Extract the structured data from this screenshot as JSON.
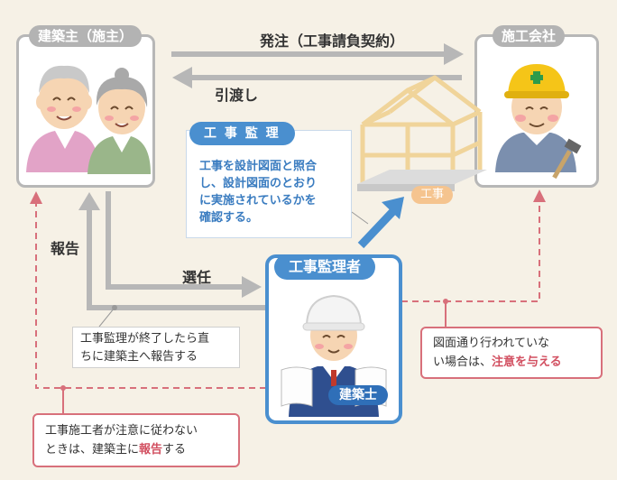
{
  "owner": {
    "title": "建築主（施主）"
  },
  "contractor": {
    "title": "施工会社"
  },
  "order_label": "発注（工事請負契約）",
  "handover_label": "引渡し",
  "kanri": {
    "title": "工 事 監 理",
    "desc_lines": [
      "工事を設計図面と照合",
      "し、設計図面のとおり",
      "に実施されているかを",
      "確認する。"
    ]
  },
  "construction_tag": "工事",
  "supervisor": {
    "title": "工事監理者",
    "badge": "建築士"
  },
  "report_label": "報告",
  "appoint_label": "選任",
  "report_note": {
    "lines": [
      "工事監理が終了したら直",
      "ちに建築主へ報告する"
    ]
  },
  "warn_note": {
    "line1": "図面通り行われていな",
    "line2_pre": "い場合は、",
    "line2_em": "注意を与える"
  },
  "bottom_note": {
    "line1": "工事施工者が注意に従わない",
    "line2_pre": "ときは、建築主に",
    "line2_em": "報告",
    "line2_post": "する"
  },
  "colors": {
    "gray": "#b7b7b7",
    "blue": "#4a8fcf",
    "pink": "#d8707b",
    "bg": "#f6f1e6"
  }
}
